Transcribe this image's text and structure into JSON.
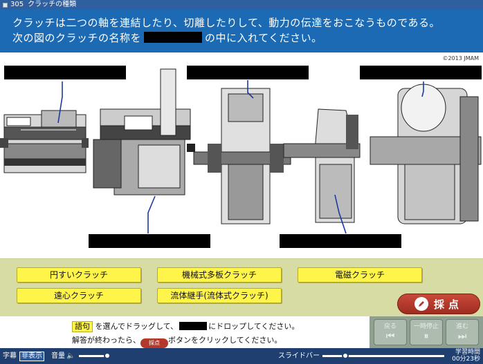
{
  "titlebar": {
    "number": "305",
    "title": "クラッチの種類"
  },
  "question": {
    "line1": "クラッチは二つの軸を連結したり、切離したりして、動力の伝達をおこなうものである。",
    "line2_pre": "次の図のクラッチの名称を",
    "line2_post": "の中に入れてください。"
  },
  "copyright": "©2013 JMAM",
  "answers": {
    "words": [
      "円すいクラッチ",
      "機械式多板クラッチ",
      "電磁クラッチ",
      "遠心クラッチ",
      "流体継手(流体式クラッチ)"
    ]
  },
  "score_button": {
    "label": "採点"
  },
  "instruction": {
    "tag": "語句",
    "line1_a": "を選んでドラッグして、",
    "line1_b": "にドロップしてください。",
    "line2_a": "解答が終わったら、",
    "mini": "採点",
    "line2_b": "ボタンをクリックしてください。"
  },
  "nav": {
    "back": "戻る",
    "pause": "一時停止",
    "next": "進む"
  },
  "footer": {
    "subtitle_label": "字幕",
    "subtitle_toggle": "非表示",
    "volume_label": "音量",
    "slider_label": "スライドバー",
    "time_label": "学習時間",
    "time_value": "00分23秒"
  },
  "colors": {
    "titlebar": "#2f5f9e",
    "question_bg": "#1b6ab3",
    "answer_bg": "#d6dca4",
    "word_bg": "#fff44a",
    "score_bg": "#b33a2a",
    "footer_bg": "#1f3f70"
  }
}
